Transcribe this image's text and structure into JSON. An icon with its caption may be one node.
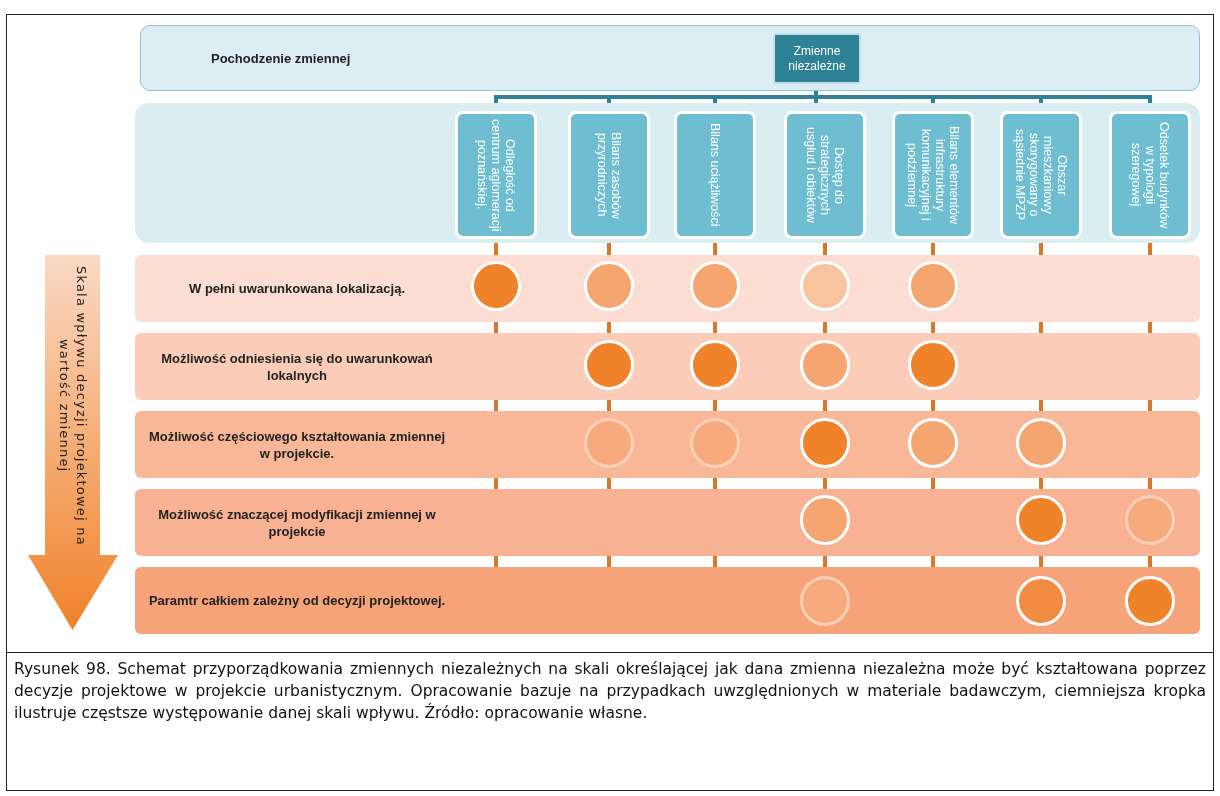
{
  "diagram": {
    "caption": "Rysunek 98. Schemat przyporządkowania zmiennych niezależnych na skali określającej jak dana zmienna niezależna może być kształtowana poprzez decyzje projektowe w projekcie urbanistycznym. Opracowanie bazuje na przypadkach uwzględnionych w materiale badawczym, ciemniejsza kropka ilustruje częstsze występowanie danej skali wpływu. Źródło: opracowanie własne.",
    "nodes": [
      {
        "text": [
          "Pochodzenie zmiennej"
        ]
      },
      {
        "text": [
          "Zmienne niezależne"
        ],
        "in": 0
      },
      {
        "text": [],
        "shape": "box"
      },
      {
        "text": [
          "Odległość od centrum aglomeracji poznańskiej."
        ],
        "in": 2
      },
      {
        "text": [
          "Bilans zasobów przyrodniczych"
        ],
        "in": 2
      },
      {
        "text": [
          "Bilans uciążliwości"
        ],
        "in": 2
      },
      {
        "text": [
          "Dostęp do strategicznych usgłud i obiektów"
        ],
        "in": 2
      },
      {
        "text": [
          "Bilans elementów infrastruktury komunikacyjnej i podziemnej"
        ],
        "in": 2
      },
      {
        "text": [
          "Obszar mieszkaniowy skorygowany o sąsiednie MPZP"
        ],
        "in": 2
      },
      {
        "text": [
          "Odsetek budynków w typologii szeregowej"
        ],
        "in": 2
      },
      {
        "text": [
          "Skala wpływu decyzji projektowej na wartość zmiennej"
        ]
      },
      {
        "text": [
          "W pełni uwarunkowana lokalizacją."
        ]
      },
      {
        "text": [
          "Możliwość odniesienia się do uwarunkowań lokalnych"
        ]
      },
      {
        "text": [
          "Możliwość częściowego kształtowania zmiennej w projekcie."
        ]
      },
      {
        "text": [
          "Możliwość znaczącej modyfikacji zmiennej w projekcie"
        ]
      },
      {
        "text": [
          "Paramtr całkiem zależny od decyzji projektowej."
        ]
      },
      {
        "text": [],
        "shape": "circle",
        "in": 11
      },
      {
        "text": [],
        "shape": "circle",
        "in": 11
      },
      {
        "text": [],
        "shape": "circle",
        "in": 11
      },
      {
        "text": [],
        "shape": "circle",
        "in": 11
      },
      {
        "text": [],
        "shape": "circle",
        "in": 11
      },
      {
        "text": [],
        "shape": "circle",
        "in": 12
      },
      {
        "text": [],
        "shape": "circle",
        "in": 12
      },
      {
        "text": [],
        "shape": "circle",
        "in": 12
      },
      {
        "text": [],
        "shape": "circle",
        "in": 12
      },
      {
        "text": [],
        "shape": "circle",
        "in": 13
      },
      {
        "text": [],
        "shape": "circle",
        "in": 13
      },
      {
        "text": [],
        "shape": "circle",
        "in": 13
      },
      {
        "text": [],
        "shape": "circle",
        "in": 13
      },
      {
        "text": [],
        "shape": "circle",
        "in": 13
      },
      {
        "text": [],
        "shape": "circle",
        "in": 14
      },
      {
        "text": [],
        "shape": "circle",
        "in": 14
      },
      {
        "text": [],
        "shape": "circle",
        "in": 14
      },
      {
        "text": [],
        "shape": "circle",
        "in": 15
      },
      {
        "text": [],
        "shape": "circle",
        "in": 15
      },
      {
        "text": [],
        "shape": "circle",
        "in": 15
      }
    ],
    "edges": [
      {
        "from": 1,
        "to": 3,
        "arrow": "none",
        "color": "#2f8196"
      },
      {
        "from": 1,
        "to": 4,
        "arrow": "none",
        "color": "#2f8196"
      },
      {
        "from": 1,
        "to": 5,
        "arrow": "none",
        "color": "#2f8196"
      },
      {
        "from": 1,
        "to": 6,
        "arrow": "none",
        "color": "#2f8196"
      },
      {
        "from": 1,
        "to": 7,
        "arrow": "none",
        "color": "#2f8196"
      },
      {
        "from": 1,
        "to": 8,
        "arrow": "none",
        "color": "#2f8196"
      },
      {
        "from": 1,
        "to": 9,
        "arrow": "none",
        "color": "#2f8196"
      },
      {
        "from": 3,
        "to": 16,
        "arrow": "none"
      },
      {
        "from": 4,
        "to": 17,
        "arrow": "none"
      },
      {
        "from": 17,
        "to": 21,
        "arrow": "none"
      },
      {
        "from": 21,
        "to": 25,
        "arrow": "none"
      },
      {
        "from": 5,
        "to": 18,
        "arrow": "none"
      },
      {
        "from": 18,
        "to": 22,
        "arrow": "none"
      },
      {
        "from": 22,
        "to": 26,
        "arrow": "none"
      },
      {
        "from": 6,
        "to": 19,
        "arrow": "none"
      },
      {
        "from": 19,
        "to": 23,
        "arrow": "none"
      },
      {
        "from": 23,
        "to": 27,
        "arrow": "none"
      },
      {
        "from": 27,
        "to": 30,
        "arrow": "none"
      },
      {
        "from": 30,
        "to": 33,
        "arrow": "none"
      },
      {
        "from": 7,
        "to": 20,
        "arrow": "none"
      },
      {
        "from": 20,
        "to": 24,
        "arrow": "none"
      },
      {
        "from": 24,
        "to": 28,
        "arrow": "none"
      },
      {
        "from": 8,
        "to": 29,
        "arrow": "none"
      },
      {
        "from": 29,
        "to": 31,
        "arrow": "none"
      },
      {
        "from": 31,
        "to": 34,
        "arrow": "none"
      },
      {
        "from": 9,
        "to": 32,
        "arrow": "none"
      },
      {
        "from": 32,
        "to": 35,
        "arrow": "none"
      },
      {
        "from": 16,
        "to": 15,
        "arrow": "none"
      },
      {
        "from": 25,
        "to": 15,
        "arrow": "none"
      },
      {
        "from": 26,
        "to": 15,
        "arrow": "none"
      },
      {
        "from": 28,
        "to": 15,
        "arrow": "none"
      }
    ]
  }
}
